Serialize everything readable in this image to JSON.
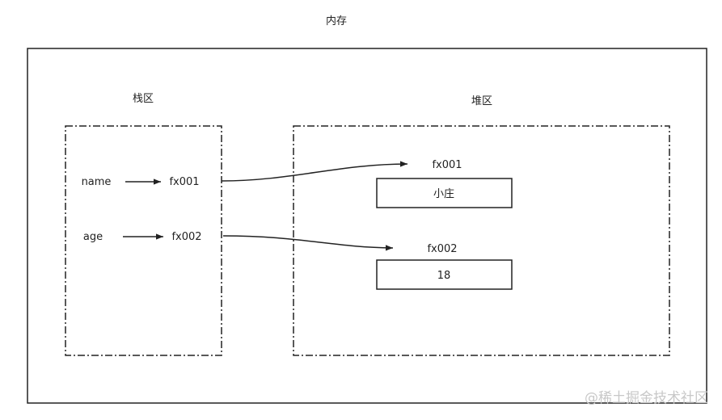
{
  "title": "内存",
  "stack": {
    "label": "栈区",
    "rows": [
      {
        "var": "name",
        "addr": "fx001"
      },
      {
        "var": "age",
        "addr": "fx002"
      }
    ]
  },
  "heap": {
    "label": "堆区",
    "items": [
      {
        "addr": "fx001",
        "value": "小庄"
      },
      {
        "addr": "fx002",
        "value": "18"
      }
    ]
  },
  "watermark": "@稀土掘金技术社区",
  "colors": {
    "line": "#222222",
    "watermark": "#c8c8c8"
  }
}
